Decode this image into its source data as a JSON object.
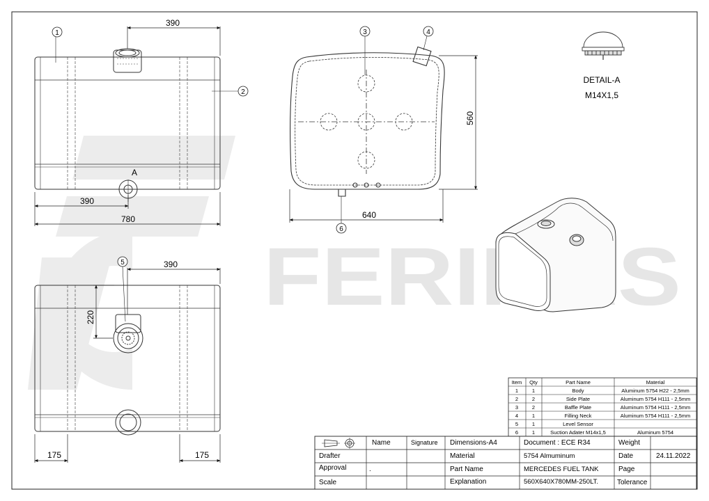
{
  "drawing": {
    "dim_top_390": "390",
    "dim_left_390": "390",
    "dim_780": "780",
    "dim_640": "640",
    "dim_560": "560",
    "dim_bottom_390": "390",
    "dim_220": "220",
    "dim_175_left": "175",
    "dim_175_right": "175",
    "label_a": "A",
    "detail_title": "DETAIL-A",
    "detail_thread": "M14X1,5",
    "balloons": [
      "1",
      "2",
      "3",
      "4",
      "5",
      "6"
    ],
    "watermark": "FERIKAS"
  },
  "bom": {
    "headers": [
      "Item",
      "Qty",
      "Part Name",
      "Material"
    ],
    "rows": [
      [
        "1",
        "1",
        "Body",
        "Aluminum 5754 H22 - 2,5mm"
      ],
      [
        "2",
        "2",
        "Side Plate",
        "Aluminum 5754 H111 - 2,5mm"
      ],
      [
        "3",
        "2",
        "Baffle Plate",
        "Aluminum 5754 H111 - 2,5mm"
      ],
      [
        "4",
        "1",
        "Filling Neck",
        "Aluminum 5754 H111 - 2,5mm"
      ],
      [
        "5",
        "1",
        "Level Sensor",
        ""
      ],
      [
        "6",
        "1",
        "Suction Adater M14x1,5",
        "Aluminum 5754"
      ]
    ]
  },
  "title_block": {
    "name": "Name",
    "signature": "Signature",
    "dimensions": "Dimensions-A4",
    "document": "Document : ECE R34",
    "weight": "Weight",
    "drafter": "Drafter",
    "material_label": "Material",
    "material_value": "5754 Almuminum",
    "date_label": "Date",
    "date_value": "24.11.2022",
    "approval": "Approval",
    "approval_dot": ".",
    "part_name_label": "Part Name",
    "part_name_value": "MERCEDES FUEL TANK",
    "page": "Page",
    "scale": "Scale",
    "explanation_label": "Explanation",
    "explanation_value": "560X640X780MM-250LT.",
    "tolerance": "Tolerance"
  }
}
